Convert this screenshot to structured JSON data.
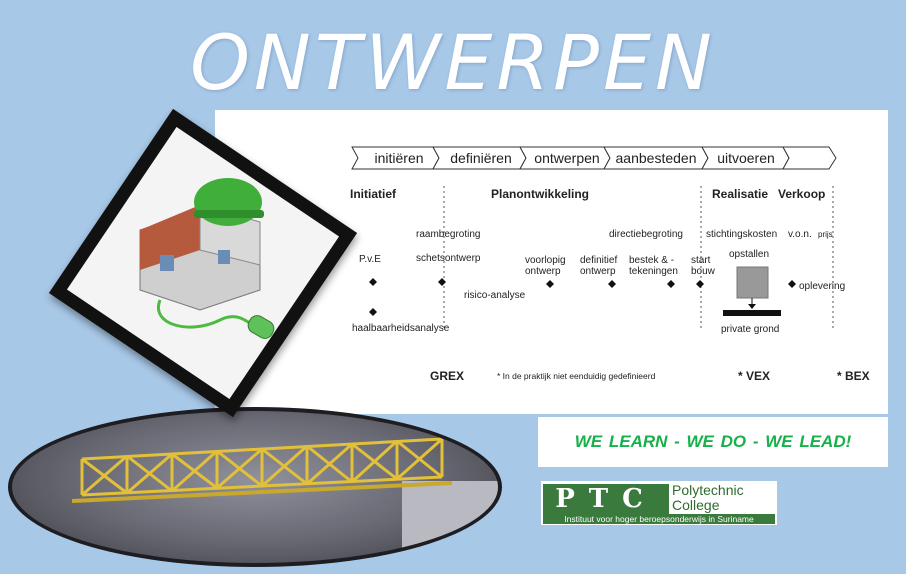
{
  "page": {
    "title": "ONTWERPEN"
  },
  "phases": [
    "initiëren",
    "definiëren",
    "ontwerpen",
    "aanbesteden",
    "uitvoeren"
  ],
  "sections": {
    "initiatief": "Initiatief",
    "planontwikkeling": "Planontwikkeling",
    "realisatie": "Realisatie",
    "verkoop": "Verkoop"
  },
  "labels": {
    "raambegroting": "raambegroting",
    "pve": "P.v.E",
    "schetsontwerp": "schetsontwerp",
    "risico": "risico-analyse",
    "voorlopig_1": "voorlopig",
    "voorlopig_2": "ontwerp",
    "definitief_1": "definitief",
    "definitief_2": "ontwerp",
    "directiebegroting": "directiebegroting",
    "bestek_1": "bestek & -",
    "bestek_2": "tekeningen",
    "start_1": "start",
    "start_2": "bouw",
    "stichtingskosten": "stichtingskosten",
    "von": "v.o.n.",
    "prijs": "prijs",
    "opstallen": "opstallen",
    "oplevering": "oplevering",
    "private_grond": "private grond",
    "haalbaarheid": "haalbaarheidsanalyse"
  },
  "footer": {
    "grex": "GREX",
    "note": "* In de praktijk niet eenduidig gedefinieerd",
    "vex": "* VEX",
    "bex": "* BEX"
  },
  "motto": "WE LEARN -   WE DO -   WE LEAD!",
  "logo": {
    "mark": "PTC",
    "name_1": "Polytechnic",
    "name_2": "College",
    "subtitle": "Instituut voor hoger beroepsonderwijs in Suriname"
  },
  "colors": {
    "background": "#a8c8e8",
    "motto_green": "#16b14a",
    "logo_green": "#3a7a3c"
  }
}
